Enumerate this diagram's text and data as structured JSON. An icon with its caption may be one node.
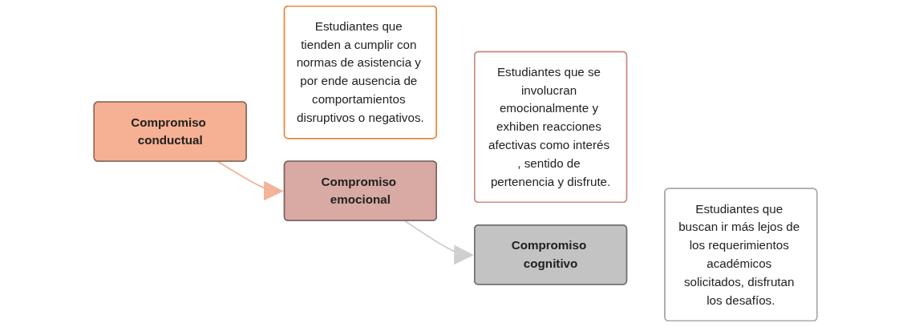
{
  "diagram": {
    "nodes": [
      {
        "text": [
          "Compromiso conductual"
        ]
      },
      {
        "text": [
          "Estudiantes que tienden a cumplir con normas de asistencia y por ende ausencia de comportamientos disruptivos o negativos."
        ]
      },
      {
        "text": [
          "Compromiso emocional"
        ]
      },
      {
        "text": [
          "Estudiantes que se involucran emocionalmente y exhiben reacciones afectivas como interés , sentido de pertenencia y disfrute."
        ]
      },
      {
        "text": [
          "Compromiso cognitivo"
        ]
      },
      {
        "text": [
          "Estudiantes que buscan ir más lejos de los requerimientos académicos solicitados, disfrutan los desafíos."
        ]
      }
    ],
    "edges": [
      {
        "from": 0,
        "to": 2,
        "arrow": "to",
        "color": "#f4b49a"
      },
      {
        "from": 2,
        "to": 4,
        "arrow": "to",
        "color": "#cfcfcf"
      }
    ]
  }
}
